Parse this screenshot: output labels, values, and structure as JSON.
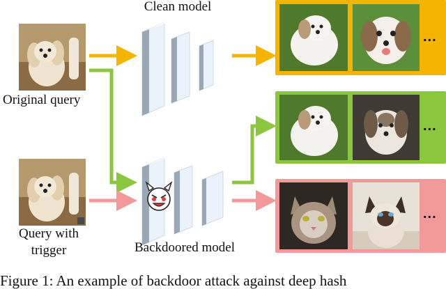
{
  "labels": {
    "clean_model": "Clean model",
    "backdoored_model": "Backdoored model",
    "original_query": "Original query",
    "query_with_trigger_line1": "Query with",
    "query_with_trigger_line2": "trigger",
    "ellipsis": "...",
    "caption": "Figure 1: An example of backdoor attack against deep hash"
  },
  "colors": {
    "clean_path": "#f5b400",
    "backdoor_path_good": "#8cc63f",
    "backdoor_path_bad": "#f29a9a",
    "network_face": "#eaf3fb",
    "network_side": "#9aa7b4",
    "network_top": "#ffffff"
  },
  "icons": [
    "dog-photo",
    "cat-photo",
    "devil-emoji"
  ]
}
